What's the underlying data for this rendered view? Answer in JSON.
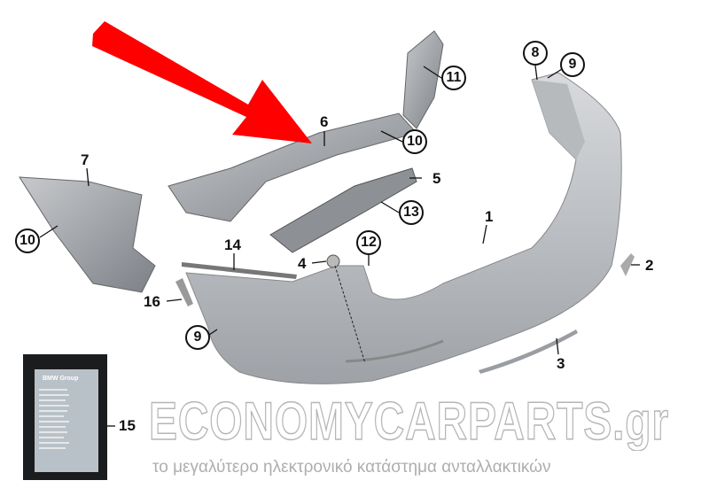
{
  "diagram": {
    "callouts": {
      "c1": "1",
      "c2": "2",
      "c3": "3",
      "c4": "4",
      "c5": "5",
      "c6": "6",
      "c7": "7",
      "c8": "8",
      "c9a": "9",
      "c9b": "9",
      "c10a": "10",
      "c10b": "10",
      "c11": "11",
      "c12": "12",
      "c13": "13",
      "c14": "14",
      "c15": "15",
      "c16": "16"
    },
    "kit_bag_label": "BMW Group",
    "arrow_color": "#ff0000"
  },
  "watermark": {
    "brand": "ECONOMYCARPARTS.gr",
    "tagline": "το μεγαλύτερο ηλεκτρονικό κατάστημα ανταλλακτικών"
  }
}
